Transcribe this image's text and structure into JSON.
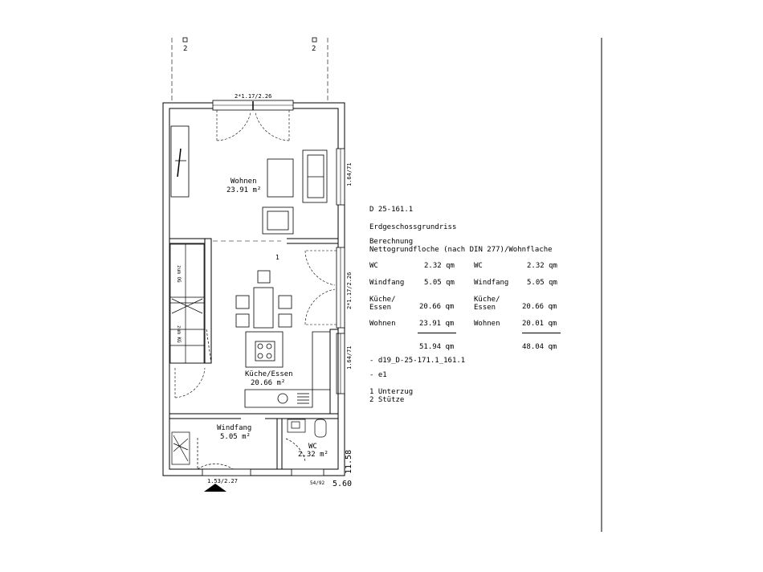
{
  "plan": {
    "rooms": [
      {
        "name": "Wohnen",
        "area": "23.91 m²"
      },
      {
        "name": "Küche/Essen",
        "area": "20.66 m²"
      },
      {
        "name": "Windfang",
        "area": "5.05 m²"
      },
      {
        "name": "WC",
        "area": "2.32 m²"
      }
    ],
    "stair_labels": [
      "zum OG",
      "zum KG"
    ],
    "window_labels": {
      "top": "2*1.17/2.26",
      "right_upper": "1.64/71",
      "right_middle": "2*1.17/2.26",
      "right_lower": "1.64/71",
      "entrance": "1.53/2.27",
      "wc_window": "54/92"
    },
    "markers": {
      "support_1": "2",
      "support_2": "2",
      "beam": "1"
    },
    "dimensions": {
      "width": "5.60",
      "depth": "11.58"
    }
  },
  "info": {
    "drawing_number": "D 25-161.1",
    "title": "Erdgeschossgrundriss",
    "calc_line1": "Berechnung",
    "calc_line2": "Nettogrundfloche (nach DIN 277)/Wohnflache",
    "rows": [
      {
        "label": "WC",
        "value_a": "2.32 qm",
        "label_b": "WC",
        "value_b": "2.32 qm"
      },
      {
        "label": "Windfang",
        "value_a": "5.05 qm",
        "label_b": "Windfang",
        "value_b": "5.05 qm"
      },
      {
        "label": "Küche/\nEssen",
        "value_a": "20.66 qm",
        "label_b": "Küche/\nEssen",
        "value_b": "20.66 qm"
      },
      {
        "label": "Wohnen",
        "value_a": "23.91 qm",
        "label_b": "Wohnen",
        "value_b": "20.01 qm"
      }
    ],
    "total_a": "51.94 qm",
    "total_b": "48.04 qm",
    "file_ref": "- d19_D-25-171.1_161.1",
    "layer_ref": "- e1",
    "legend": [
      "1 Unterzug",
      "2 Stütze"
    ]
  }
}
